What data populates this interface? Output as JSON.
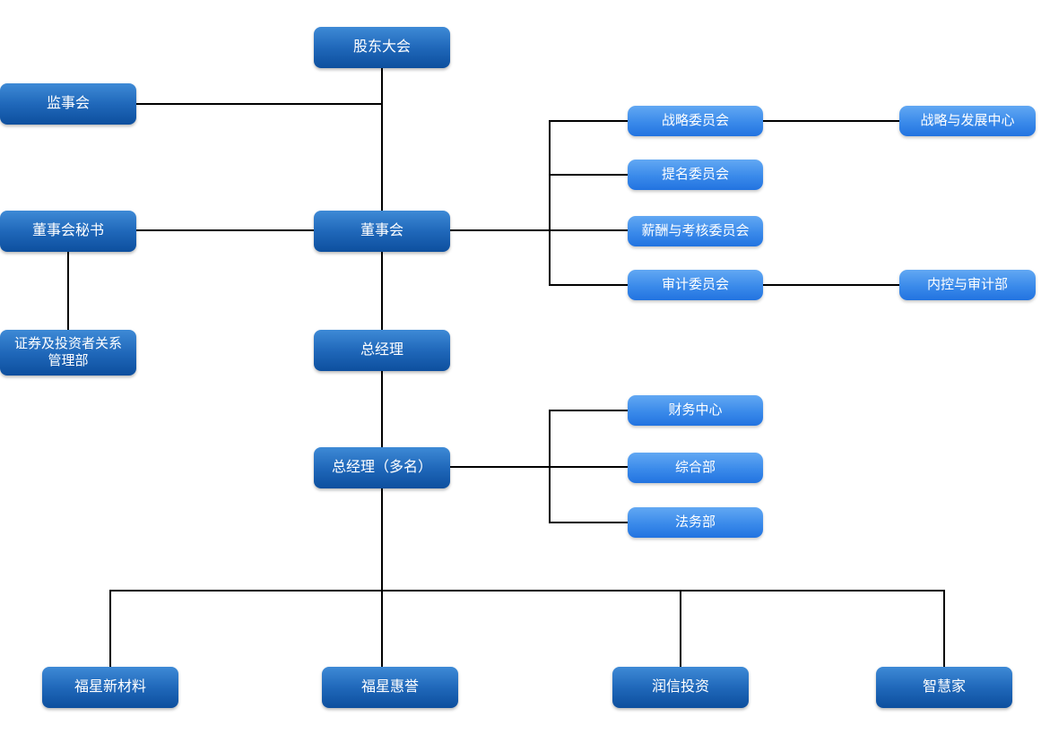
{
  "chart_title": "",
  "colors": {
    "primary_box_top": "#3e8ad6",
    "primary_box_bottom": "#0d4f9e",
    "secondary_box_top": "#62a8f3",
    "secondary_box_bottom": "#2273e0",
    "text": "#ffffff",
    "connector": "#000000",
    "background": "#ffffff"
  },
  "nodes": {
    "shareholders_meeting": {
      "label": "股东大会"
    },
    "supervisory_board": {
      "label": "监事会"
    },
    "board_secretary": {
      "label": "董事会秘书"
    },
    "securities_ir_dept": {
      "label": "证券及投资者关系\n管理部"
    },
    "board": {
      "label": "董事会"
    },
    "strategy_committee": {
      "label": "战略委员会"
    },
    "nomination_committee": {
      "label": "提名委员会"
    },
    "remuneration_committee": {
      "label": "薪酬与考核委员会"
    },
    "audit_committee": {
      "label": "审计委员会"
    },
    "strategy_dev_center": {
      "label": "战略与发展中心"
    },
    "internal_audit_dept": {
      "label": "内控与审计部"
    },
    "general_manager": {
      "label": "总经理"
    },
    "deputy_general_managers": {
      "label": "总经理（多名）"
    },
    "finance_center": {
      "label": "财务中心"
    },
    "general_dept": {
      "label": "综合部"
    },
    "legal_dept": {
      "label": "法务部"
    },
    "fuxing_new_materials": {
      "label": "福星新材料"
    },
    "fuxing_huiyu": {
      "label": "福星惠誉"
    },
    "runxin_investment": {
      "label": "润信投资"
    },
    "zhihuijia": {
      "label": "智慧家"
    }
  },
  "edges": [
    [
      "shareholders_meeting",
      "board"
    ],
    [
      "shareholders_meeting",
      "supervisory_board"
    ],
    [
      "board_secretary",
      "board"
    ],
    [
      "board_secretary",
      "securities_ir_dept"
    ],
    [
      "board",
      "strategy_committee"
    ],
    [
      "board",
      "nomination_committee"
    ],
    [
      "board",
      "remuneration_committee"
    ],
    [
      "board",
      "audit_committee"
    ],
    [
      "strategy_committee",
      "strategy_dev_center"
    ],
    [
      "audit_committee",
      "internal_audit_dept"
    ],
    [
      "board",
      "general_manager"
    ],
    [
      "general_manager",
      "deputy_general_managers"
    ],
    [
      "deputy_general_managers",
      "finance_center"
    ],
    [
      "deputy_general_managers",
      "general_dept"
    ],
    [
      "deputy_general_managers",
      "legal_dept"
    ],
    [
      "deputy_general_managers",
      "fuxing_new_materials"
    ],
    [
      "deputy_general_managers",
      "fuxing_huiyu"
    ],
    [
      "deputy_general_managers",
      "runxin_investment"
    ],
    [
      "deputy_general_managers",
      "zhihuijia"
    ]
  ]
}
